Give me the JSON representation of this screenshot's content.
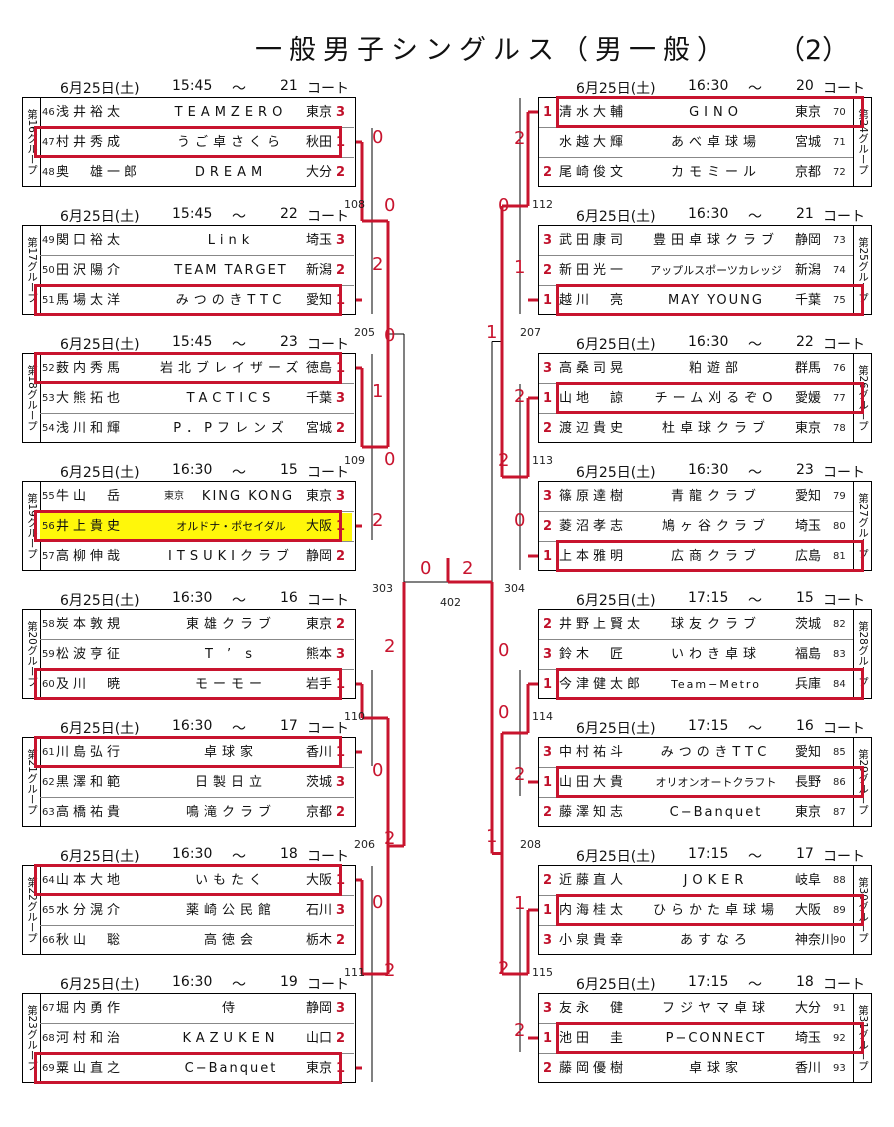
{
  "title": "一般男子シングルス（男一般）",
  "page_num": "（2）",
  "left_groups": [
    {
      "group": "第16グループ",
      "date": "6月25日(土)",
      "time": "15:45",
      "sep": "～",
      "court": "21",
      "court_suffix": "コート",
      "winner": 1,
      "players": [
        {
          "no": "46",
          "name": "浅井裕太",
          "team": "TEAMZERO",
          "pref": "東京",
          "rank": "3"
        },
        {
          "no": "47",
          "name": "村井秀成",
          "team": "うご卓さくら",
          "pref": "秋田",
          "rank": "1"
        },
        {
          "no": "48",
          "name": "奥　雄一郎",
          "team": "DREAM",
          "pref": "大分",
          "rank": "2"
        }
      ]
    },
    {
      "group": "第17グループ",
      "date": "6月25日(土)",
      "time": "15:45",
      "sep": "～",
      "court": "22",
      "court_suffix": "コート",
      "winner": 2,
      "players": [
        {
          "no": "49",
          "name": "関口裕太",
          "team": "Link",
          "pref": "埼玉",
          "rank": "3"
        },
        {
          "no": "50",
          "name": "田沢陽介",
          "team": "TEAM TARGET",
          "pref": "新潟",
          "rank": "2"
        },
        {
          "no": "51",
          "name": "馬場太洋",
          "team": "みつのきTTC",
          "pref": "愛知",
          "rank": "1"
        }
      ]
    },
    {
      "group": "第18グループ",
      "date": "6月25日(土)",
      "time": "15:45",
      "sep": "～",
      "court": "23",
      "court_suffix": "コート",
      "winner": 0,
      "players": [
        {
          "no": "52",
          "name": "薮内秀馬",
          "team": "岩北ブレイザーズ",
          "pref": "徳島",
          "rank": "1"
        },
        {
          "no": "53",
          "name": "大熊拓也",
          "team": "TACTICS",
          "pref": "千葉",
          "rank": "3"
        },
        {
          "no": "54",
          "name": "浅川和輝",
          "team": "P．Pフレンズ",
          "pref": "宮城",
          "rank": "2"
        }
      ]
    },
    {
      "group": "第19グループ",
      "date": "6月25日(土)",
      "time": "16:30",
      "sep": "～",
      "court": "15",
      "court_suffix": "コート",
      "winner": 1,
      "players": [
        {
          "no": "55",
          "name": "牛山　岳",
          "team_pre": "東京",
          "team": "KING KONG",
          "pref": "東京",
          "rank": "3"
        },
        {
          "no": "56",
          "name": "井上貴史",
          "team": "オルドナ・ポセイダル",
          "pref": "大阪",
          "rank": "1",
          "highlight": true
        },
        {
          "no": "57",
          "name": "高柳伸哉",
          "team": "ITSUKIクラブ",
          "pref": "静岡",
          "rank": "2"
        }
      ]
    },
    {
      "group": "第20グループ",
      "date": "6月25日(土)",
      "time": "16:30",
      "sep": "～",
      "court": "16",
      "court_suffix": "コート",
      "winner": 2,
      "players": [
        {
          "no": "58",
          "name": "炭本敦規",
          "team": "東雄クラブ",
          "pref": "東京",
          "rank": "2"
        },
        {
          "no": "59",
          "name": "松波亨征",
          "team": "T ’ s",
          "pref": "熊本",
          "rank": "3"
        },
        {
          "no": "60",
          "name": "及川　暁",
          "team": "モーモー",
          "pref": "岩手",
          "rank": "1"
        }
      ]
    },
    {
      "group": "第21グループ",
      "date": "6月25日(土)",
      "time": "16:30",
      "sep": "～",
      "court": "17",
      "court_suffix": "コート",
      "winner": 0,
      "players": [
        {
          "no": "61",
          "name": "川島弘行",
          "team": "卓球家",
          "pref": "香川",
          "rank": "1"
        },
        {
          "no": "62",
          "name": "黒澤和範",
          "team": "日製日立",
          "pref": "茨城",
          "rank": "3"
        },
        {
          "no": "63",
          "name": "高橋祐貴",
          "team": "鳴滝クラブ",
          "pref": "京都",
          "rank": "2"
        }
      ]
    },
    {
      "group": "第22グループ",
      "date": "6月25日(土)",
      "time": "16:30",
      "sep": "～",
      "court": "18",
      "court_suffix": "コート",
      "winner": 0,
      "players": [
        {
          "no": "64",
          "name": "山本大地",
          "team": "いもたく",
          "pref": "大阪",
          "rank": "1"
        },
        {
          "no": "65",
          "name": "水分滉介",
          "team": "薬崎公民館",
          "pref": "石川",
          "rank": "3"
        },
        {
          "no": "66",
          "name": "秋山　聡",
          "team": "高徳会",
          "pref": "栃木",
          "rank": "2"
        }
      ]
    },
    {
      "group": "第23グループ",
      "date": "6月25日(土)",
      "time": "16:30",
      "sep": "～",
      "court": "19",
      "court_suffix": "コート",
      "winner": 2,
      "players": [
        {
          "no": "67",
          "name": "堀内勇作",
          "team": "侍",
          "pref": "静岡",
          "rank": "3"
        },
        {
          "no": "68",
          "name": "河村和治",
          "team": "KAZUKEN",
          "pref": "山口",
          "rank": "2"
        },
        {
          "no": "69",
          "name": "粟山直之",
          "team": "C−Banquet",
          "pref": "東京",
          "rank": "1"
        }
      ]
    }
  ],
  "right_groups": [
    {
      "group": "第24グループ",
      "date": "6月25日(土)",
      "time": "16:30",
      "sep": "～",
      "court": "20",
      "court_suffix": "コート",
      "winner": 0,
      "players": [
        {
          "no": "70",
          "name": "清水大輔",
          "team": "GINO",
          "pref": "東京",
          "rank": "1"
        },
        {
          "no": "71",
          "name": "水越大輝",
          "team": "あべ卓球場",
          "pref": "宮城",
          "rank": ""
        },
        {
          "no": "72",
          "name": "尾崎俊文",
          "team": "カモミール",
          "pref": "京都",
          "rank": "2"
        }
      ]
    },
    {
      "group": "第25グループ",
      "date": "6月25日(土)",
      "time": "16:30",
      "sep": "～",
      "court": "21",
      "court_suffix": "コート",
      "winner": 2,
      "players": [
        {
          "no": "73",
          "name": "武田康司",
          "team": "豊田卓球クラブ",
          "pref": "静岡",
          "rank": "3"
        },
        {
          "no": "74",
          "name": "新田光一",
          "team": "アップルスポーツカレッジ",
          "pref": "新潟",
          "rank": "2"
        },
        {
          "no": "75",
          "name": "越川　亮",
          "team": "MAY YOUNG",
          "pref": "千葉",
          "rank": "1"
        }
      ]
    },
    {
      "group": "第26グループ",
      "date": "6月25日(土)",
      "time": "16:30",
      "sep": "～",
      "court": "22",
      "court_suffix": "コート",
      "winner": 1,
      "players": [
        {
          "no": "76",
          "name": "高桑司晃",
          "team": "粕遊部",
          "pref": "群馬",
          "rank": "3"
        },
        {
          "no": "77",
          "name": "山地　諒",
          "team": "チーム刈るぞO",
          "pref": "愛媛",
          "rank": "1"
        },
        {
          "no": "78",
          "name": "渡辺貴史",
          "team": "杜卓球クラブ",
          "pref": "東京",
          "rank": "2"
        }
      ]
    },
    {
      "group": "第27グループ",
      "date": "6月25日(土)",
      "time": "16:30",
      "sep": "～",
      "court": "23",
      "court_suffix": "コート",
      "winner": 2,
      "players": [
        {
          "no": "79",
          "name": "篠原達樹",
          "team": "青龍クラブ",
          "pref": "愛知",
          "rank": "3"
        },
        {
          "no": "80",
          "name": "菱沼孝志",
          "team": "鳩ヶ谷クラブ",
          "pref": "埼玉",
          "rank": "2"
        },
        {
          "no": "81",
          "name": "上本雅明",
          "team": "広商クラブ",
          "pref": "広島",
          "rank": "1"
        }
      ]
    },
    {
      "group": "第28グループ",
      "date": "6月25日(土)",
      "time": "17:15",
      "sep": "～",
      "court": "15",
      "court_suffix": "コート",
      "winner": 2,
      "players": [
        {
          "no": "82",
          "name": "井野上賢太",
          "team": "球友クラブ",
          "pref": "茨城",
          "rank": "2"
        },
        {
          "no": "83",
          "name": "鈴木　匠",
          "team": "いわき卓球",
          "pref": "福島",
          "rank": "3"
        },
        {
          "no": "84",
          "name": "今津健太郎",
          "team": "Team−Metro",
          "pref": "兵庫",
          "rank": "1"
        }
      ]
    },
    {
      "group": "第29グループ",
      "date": "6月25日(土)",
      "time": "17:15",
      "sep": "～",
      "court": "16",
      "court_suffix": "コート",
      "winner": 1,
      "players": [
        {
          "no": "85",
          "name": "中村祐斗",
          "team": "みつのきTTC",
          "pref": "愛知",
          "rank": "3"
        },
        {
          "no": "86",
          "name": "山田大貴",
          "team": "オリオンオートクラフト",
          "pref": "長野",
          "rank": "1"
        },
        {
          "no": "87",
          "name": "藤澤知志",
          "team": "C−Banquet",
          "pref": "東京",
          "rank": "2"
        }
      ]
    },
    {
      "group": "第30グループ",
      "date": "6月25日(土)",
      "time": "17:15",
      "sep": "～",
      "court": "17",
      "court_suffix": "コート",
      "winner": 1,
      "players": [
        {
          "no": "88",
          "name": "近藤直人",
          "team": "JOKER",
          "pref": "岐阜",
          "rank": "2"
        },
        {
          "no": "89",
          "name": "内海桂太",
          "team": "ひらかた卓球場",
          "pref": "大阪",
          "rank": "1"
        },
        {
          "no": "90",
          "name": "小泉貴幸",
          "team": "あすなろ",
          "pref": "神奈川",
          "rank": "3"
        }
      ]
    },
    {
      "group": "第31グループ",
      "date": "6月25日(土)",
      "time": "17:15",
      "sep": "～",
      "court": "18",
      "court_suffix": "コート",
      "winner": 1,
      "players": [
        {
          "no": "91",
          "name": "友永　健",
          "team": "フジヤマ卓球",
          "pref": "大分",
          "rank": "3"
        },
        {
          "no": "92",
          "name": "池田　圭",
          "team": "P−CONNECT",
          "pref": "埼玉",
          "rank": "1"
        },
        {
          "no": "93",
          "name": "藤岡優樹",
          "team": "卓球家",
          "pref": "香川",
          "rank": "2"
        }
      ]
    }
  ],
  "match_numbers": [
    "108",
    "109",
    "110",
    "111",
    "112",
    "113",
    "114",
    "115",
    "205",
    "206",
    "207",
    "208",
    "303",
    "304",
    "402"
  ],
  "scores": {
    "left": [
      "0",
      "0",
      "2",
      "0",
      "1",
      "0",
      "2",
      "2",
      "0",
      "2",
      "0",
      "2"
    ],
    "right": [
      "2",
      "0",
      "1",
      "1",
      "2",
      "2",
      "0",
      "0",
      "0",
      "2",
      "1",
      "1",
      "2",
      "2"
    ],
    "final": [
      "0",
      "2"
    ]
  },
  "colors": {
    "winner_box": "#c8142e",
    "highlight": "#fff70a",
    "text": "#111111"
  }
}
